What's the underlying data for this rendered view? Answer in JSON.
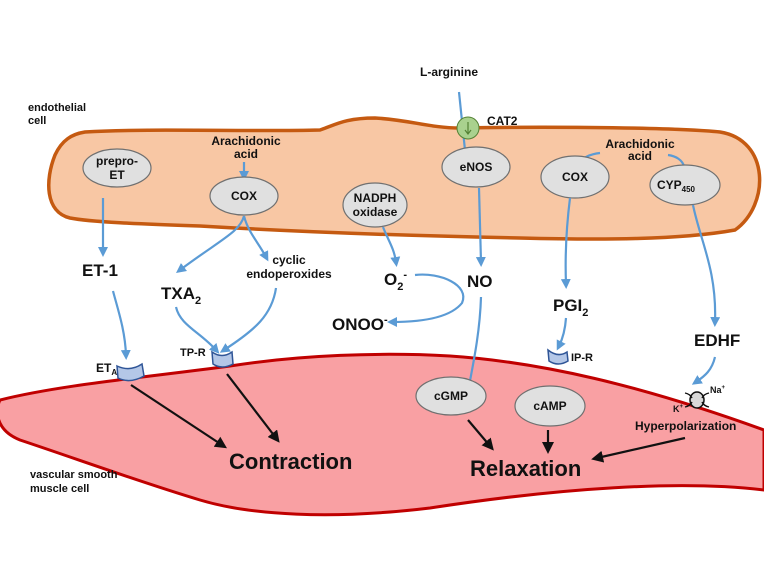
{
  "diagram": {
    "title": "Endothelium-dependent regulation of vascular tone",
    "colors": {
      "endothelial_fill": "#f8c7a4",
      "endothelial_border": "#c55a11",
      "smooth_muscle_fill": "#f9a0a3",
      "smooth_muscle_border": "#c00000",
      "flow_arrow": "#5b9bd5",
      "effect_arrow": "#111111",
      "enzyme_node": "#e0e0e0",
      "receptor": "#b4c7e7",
      "transporter": "#a9d18e"
    },
    "cells": {
      "endothelial": {
        "label_line1": "endothelial",
        "label_line2": "cell"
      },
      "smooth_muscle": {
        "label_line1": "vascular smooth",
        "label_line2": "muscle cell"
      }
    },
    "inputs": {
      "l_arginine": "L-arginine",
      "cat2": "CAT2",
      "arachidonic_left_line1": "Arachidonic",
      "arachidonic_left_line2": "acid",
      "arachidonic_right_line1": "Arachidonic",
      "arachidonic_right_line2": "acid"
    },
    "nodes": {
      "prepro_et_line1": "prepro-",
      "prepro_et_line2": "ET",
      "cox_left": "COX",
      "nadph_line1": "NADPH",
      "nadph_line2": "oxidase",
      "enos": "eNOS",
      "cox_right": "COX",
      "cyp_main": "CYP",
      "cyp_sub": "450",
      "cgmp": "cGMP",
      "camp": "cAMP"
    },
    "mediators": {
      "et1": "ET-1",
      "txa_main": "TXA",
      "txa_sub": "2",
      "cyclic_line1": "cyclic",
      "cyclic_line2": "endoperoxides",
      "o2_main": "O",
      "o2_sub": "2",
      "o2_sup": "-",
      "no": "NO",
      "onoo_main": "ONOO",
      "onoo_sup": "-",
      "pgi_main": "PGI",
      "pgi_sub": "2",
      "edhf": "EDHF"
    },
    "receptors": {
      "eta_main": "ET",
      "eta_sub": "A",
      "tpr": "TP-R",
      "ipr": "IP-R"
    },
    "channel": {
      "k_main": "K",
      "k_sup": "+",
      "na_main": "Na",
      "na_sup": "+",
      "hyperpolarization": "Hyperpolarization"
    },
    "outcomes": {
      "contraction": "Contraction",
      "relaxation": "Relaxation"
    }
  }
}
